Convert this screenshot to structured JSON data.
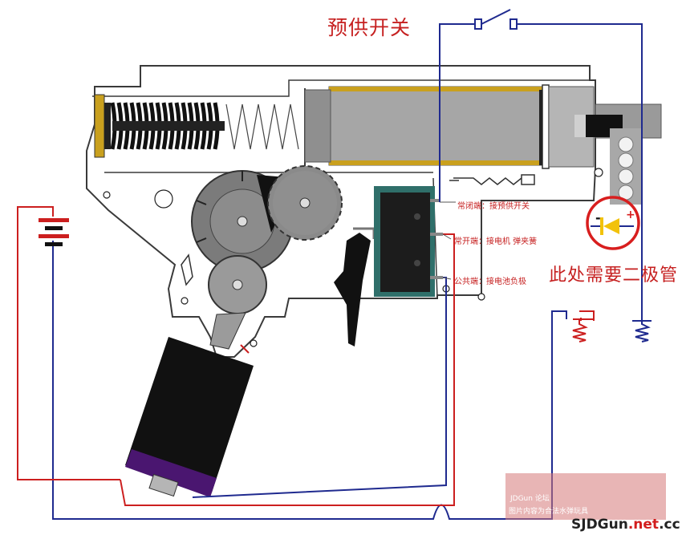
{
  "labels": {
    "pre_switch": "预供开关",
    "diode_note": "此处需要二极管",
    "nc_terminal": "常闭端：接预供开关",
    "no_terminal": "常开端：接电机 弹夹簧",
    "common_terminal": "公共端：接电池负极",
    "diode_minus": "-",
    "diode_plus": "+"
  },
  "watermark": {
    "line1": "JDGun 论坛",
    "line2": "图片内容为合法水弹玩具",
    "brand_main": "SJDGun",
    "brand_accent": ".net",
    "brand_tail": ".cc"
  },
  "colors": {
    "wire_blue": "#1f2a8f",
    "wire_red": "#cc1f1f",
    "highlight_red": "#d81e1e",
    "diode_yellow": "#f2c20a",
    "gearbox_outline": "#3a3a3a",
    "cylinder_gray": "#a6a6a6",
    "gold_trim": "#c9a01e",
    "motor_black": "#111111",
    "motor_purple": "#4a1670",
    "microswitch_teal": "#2f6f6a",
    "gear_gray": "#7b7b7b"
  }
}
